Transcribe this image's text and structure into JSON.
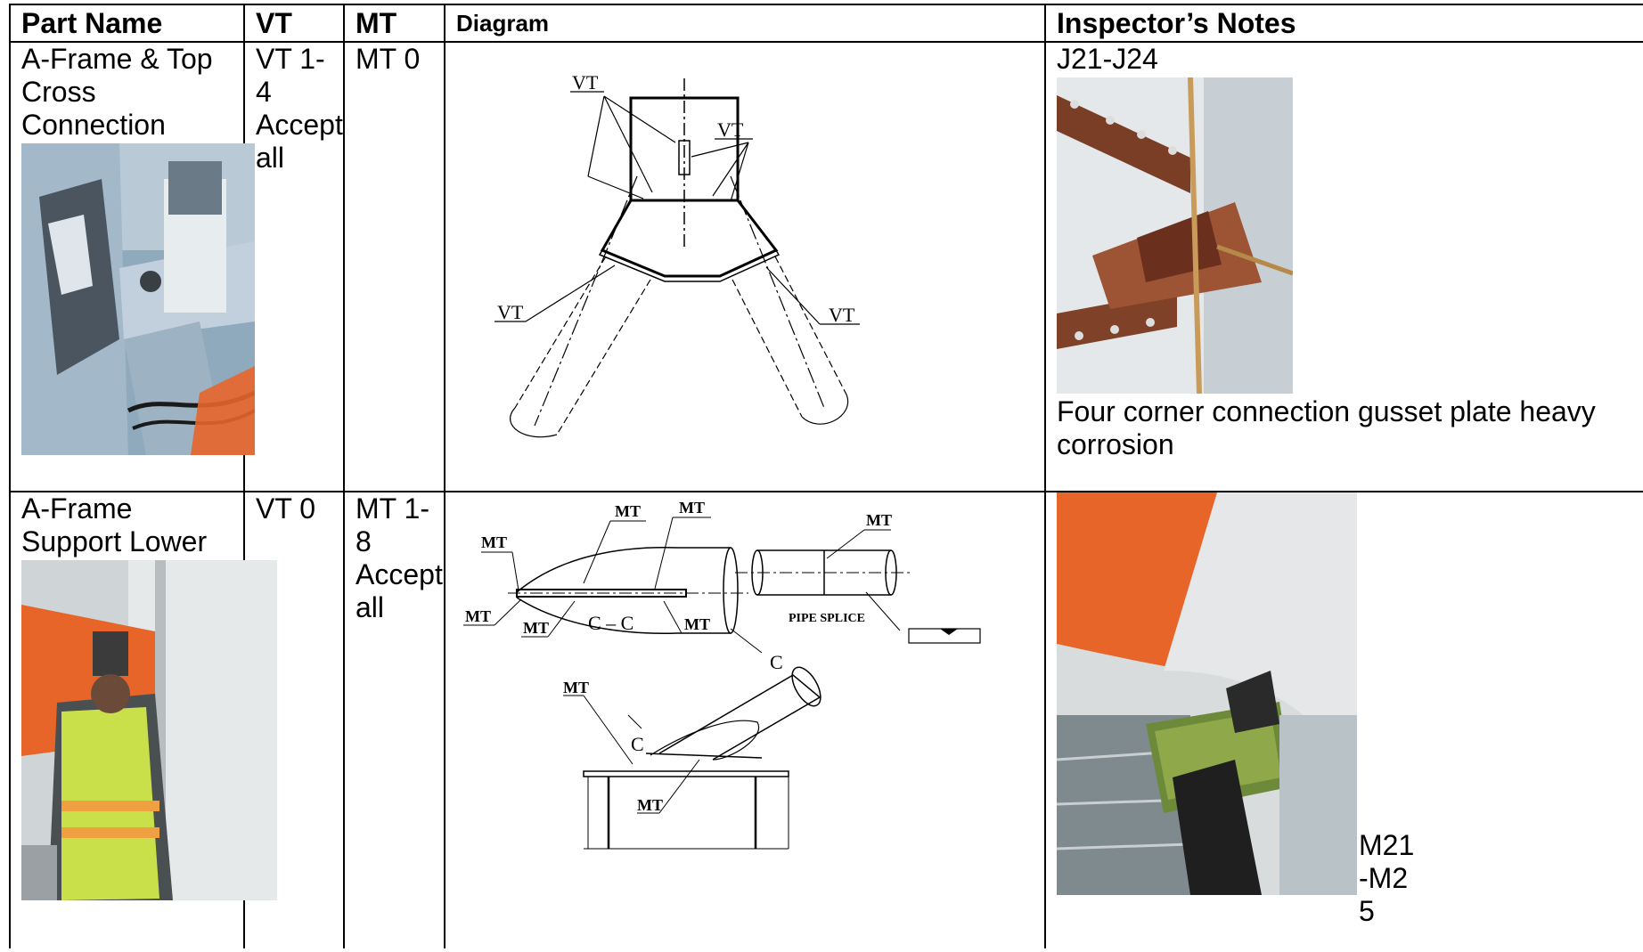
{
  "headers": {
    "part_name": "Part Name",
    "vt": "VT",
    "mt": "MT",
    "diagram": "Diagram",
    "notes": "Inspector’s Notes"
  },
  "rows": [
    {
      "part_name": "A-Frame & Top Cross Connection",
      "vt": "VT 1-4 Accept all",
      "mt": "MT 0",
      "diagram_labels": [
        "VT",
        "VT",
        "VT",
        "VT"
      ],
      "notes_top": "J21-J24",
      "notes_bottom": "Four corner connection gusset plate heavy corrosion"
    },
    {
      "part_name": "A-Frame Support Lower",
      "vt": "VT 0",
      "mt": "MT 1-8 Accept all",
      "diagram_labels": {
        "mt": "MT",
        "section": "C – C",
        "pipe_splice": "PIPE SPLICE",
        "c": "C"
      },
      "notes_suffix": "M21-M25"
    }
  ],
  "colors": {
    "steel_blue": "#a9bfcf",
    "orange": "#e8652a",
    "safety_yellow": "#c9e04a",
    "rust": "#8a4a2c"
  }
}
